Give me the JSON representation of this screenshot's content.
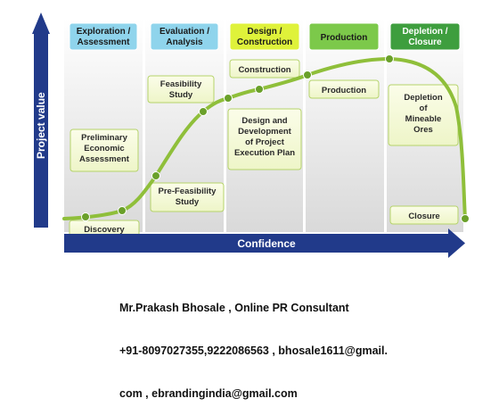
{
  "axes": {
    "y_label": "Project value",
    "x_label": "Confidence"
  },
  "stages": [
    {
      "label": "Exploration /\nAssessment",
      "color": "#8fd4ec"
    },
    {
      "label": "Evaluation /\nAnalysis",
      "color": "#8fd4ec"
    },
    {
      "label": "Design /\nConstruction",
      "color": "#dff23a"
    },
    {
      "label": "Production",
      "color": "#7cc94a"
    },
    {
      "label": "Depletion /\nClosure",
      "color": "#3e9e3e"
    }
  ],
  "boxes": [
    {
      "id": "discovery",
      "label": "Discovery"
    },
    {
      "id": "preliminary",
      "label": "Preliminary\nEconomic\nAssessment"
    },
    {
      "id": "pre-feasibility",
      "label": "Pre-Feasibility\nStudy"
    },
    {
      "id": "feasibility",
      "label": "Feasibility\nStudy"
    },
    {
      "id": "construction",
      "label": "Construction"
    },
    {
      "id": "design-development",
      "label": "Design and\nDevelopment\nof Project\nExecution Plan"
    },
    {
      "id": "production",
      "label": "Production"
    },
    {
      "id": "depletion",
      "label": "Depletion\nof\nMineable\nOres"
    },
    {
      "id": "closure",
      "label": "Closure"
    }
  ],
  "curve": {
    "color": "#8fbf3a",
    "node_color": "#6aa02a"
  },
  "footer": {
    "line1": "Mr.Prakash Bhosale , Online PR Consultant",
    "line2": "+91-8097027355,9222086563 , bhosale1611@gmail.",
    "line3": "com , ebrandingindia@gmail.com"
  }
}
